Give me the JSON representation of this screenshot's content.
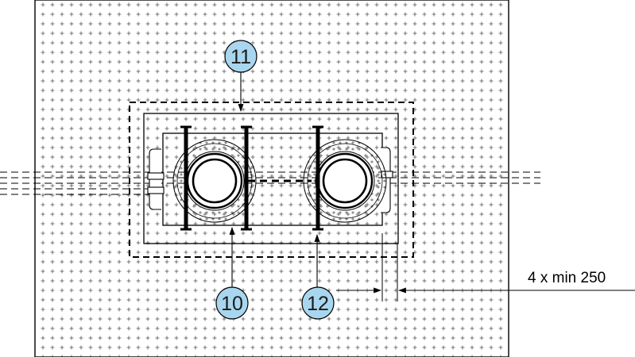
{
  "callouts": [
    {
      "id": "callout-11",
      "label": "11"
    },
    {
      "id": "callout-10",
      "label": "10"
    },
    {
      "id": "callout-12",
      "label": "12"
    }
  ],
  "dimension": {
    "label": "4 x min 250"
  },
  "colors": {
    "callout_fill": "#a9d6ef",
    "line": "#000000",
    "background": "#ffffff",
    "hatch": "#555555"
  }
}
